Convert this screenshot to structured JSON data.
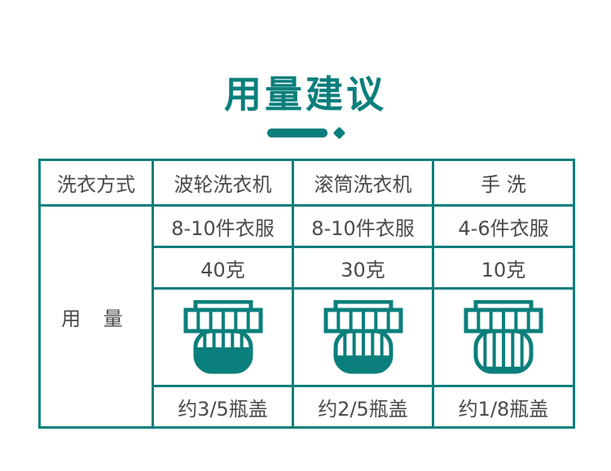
{
  "title": {
    "text": "用量建议",
    "color": "#0b7f7c"
  },
  "decoration": {
    "bar_name": "title-underline-bar",
    "dot_name": "title-diamond-dot",
    "color": "#0b7f7c"
  },
  "table": {
    "border_color": "#0b7f7c",
    "text_color": "#4a4a4a",
    "header": {
      "label": "洗衣方式",
      "columns": [
        "波轮洗衣机",
        "滚筒洗衣机",
        "手 洗"
      ]
    },
    "row_label": "用 量",
    "rows": {
      "load": {
        "values": [
          "8-10件衣服",
          "8-10件衣服",
          "4-6件衣服"
        ]
      },
      "grams": {
        "values": [
          "40克",
          "30克",
          "10克"
        ]
      },
      "icons": {
        "alt": [
          "bottle-cap-3-5-full",
          "bottle-cap-2-5-full",
          "bottle-cap-1-8-full"
        ],
        "fill_levels": [
          0.6,
          0.4,
          0.125
        ],
        "color": "#0b7f7c"
      },
      "caps": {
        "values": [
          "约3/5瓶盖",
          "约2/5瓶盖",
          "约1/8瓶盖"
        ]
      }
    }
  }
}
